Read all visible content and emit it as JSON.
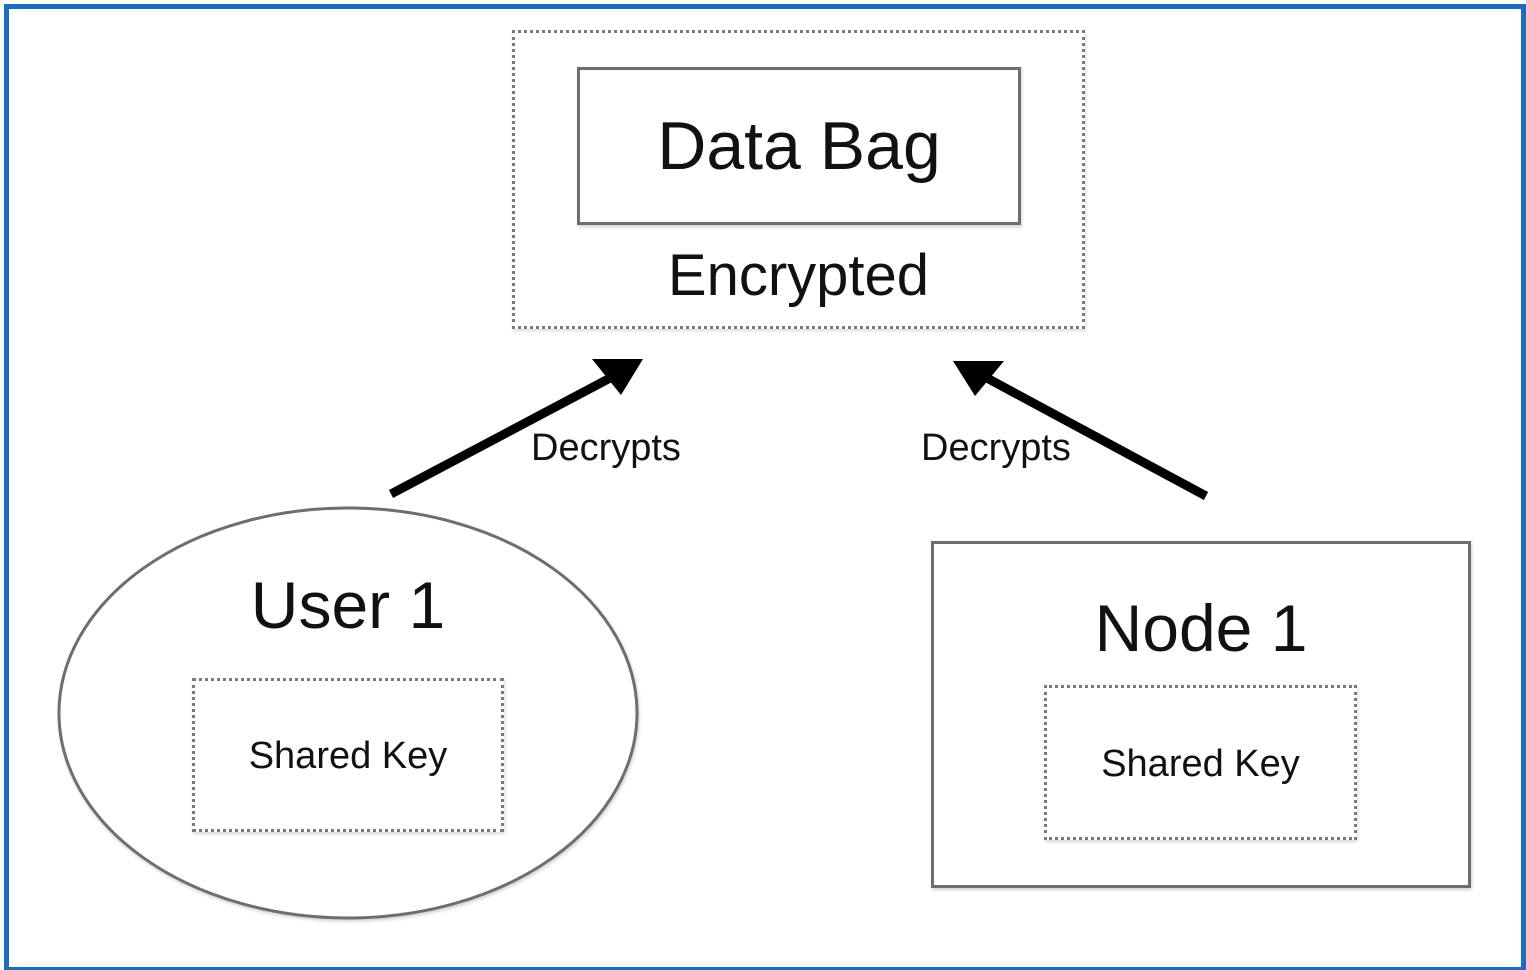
{
  "diagram": {
    "data_bag_group": {
      "title": "Data Bag",
      "caption": "Encrypted"
    },
    "user_node": {
      "title": "User 1",
      "key_label": "Shared Key"
    },
    "server_node": {
      "title": "Node 1",
      "key_label": "Shared Key"
    },
    "edges": [
      {
        "from": "User 1",
        "to": "Data Bag",
        "label": "Decrypts"
      },
      {
        "from": "Node 1",
        "to": "Data Bag",
        "label": "Decrypts"
      }
    ],
    "colors": {
      "frame_border": "#1e6cbd",
      "shape_stroke": "#6e6e6e",
      "arrow": "#000000"
    }
  }
}
